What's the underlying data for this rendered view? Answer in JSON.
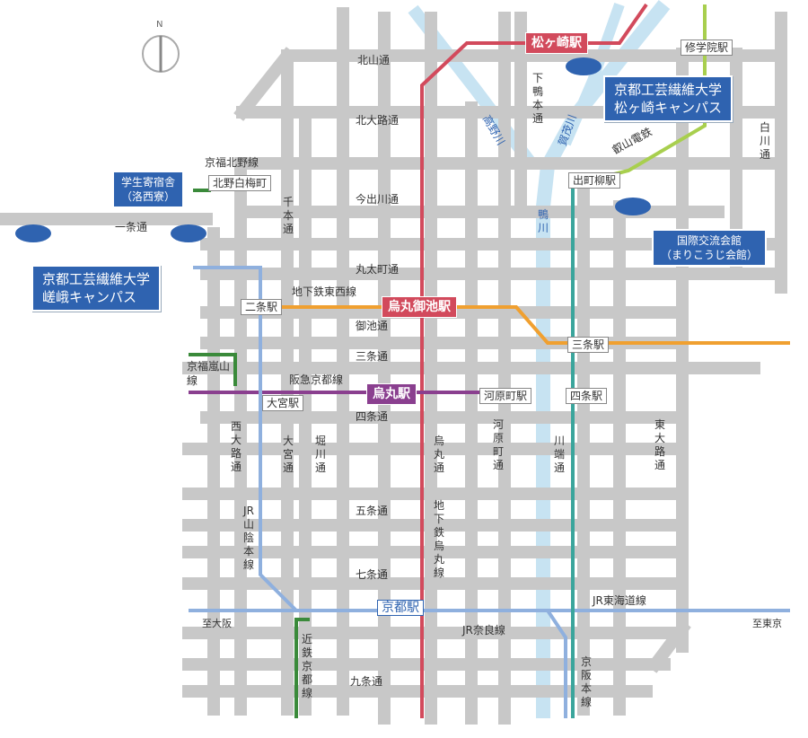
{
  "compass": {
    "north": "N"
  },
  "campuses": {
    "matsugasaki": {
      "line1": "京都工芸繊維大学",
      "line2": "松ヶ崎キャンパス"
    },
    "saga": {
      "line1": "京都工芸繊維大学",
      "line2": "嵯峨キャンパス"
    },
    "dorm": {
      "line1": "学生寄宿舎",
      "line2": "（洛西寮）"
    },
    "intl": {
      "line1": "国際交流会館",
      "line2": "（まりこうじ会館）"
    }
  },
  "major_stations": {
    "matsugasaki": "松ヶ崎駅",
    "karasuma_oike": "烏丸御池駅",
    "karasuma": "烏丸駅",
    "kyoto": "京都駅"
  },
  "stations": {
    "shugakuin": "修学院駅",
    "demachiyanagi": "出町柳駅",
    "kitanohakubaicho": "北野白梅町",
    "nijo": "二条駅",
    "sanjo": "三条駅",
    "omiya": "大宮駅",
    "kawaramachi": "河原町駅",
    "shijo": "四条駅"
  },
  "streets_h": {
    "kitayama": "北山通",
    "kitaoji": "北大路通",
    "imadegawa": "今出川通",
    "ichijo": "一条通",
    "marutamachi": "丸太町通",
    "oike": "御池通",
    "sanjo": "三条通",
    "shijo": "四条通",
    "gojo": "五条通",
    "shichijo": "七条通",
    "kujo": "九条通"
  },
  "streets_v": {
    "shimogamo": "下鴨本通",
    "shirakawa": "白川通",
    "senbon": "千本通",
    "nishioji": "西大路通",
    "omiya": "大宮通",
    "horikawa": "堀川通",
    "karasuma": "烏丸通",
    "kawaramachi": "河原町通",
    "kawabata": "川端通",
    "higashioji": "東大路通"
  },
  "lines": {
    "keifuku_kitano": "京福北野線",
    "tozai": "地下鉄東西線",
    "keifuku_arashiyama": "京福嵐山線",
    "hankyu": "阪急京都線",
    "jr_sanin": "JR山陰本線",
    "karasuma_subway": "地下鉄烏丸線",
    "jr_tokaido": "JR東海道線",
    "jr_nara": "JR奈良線",
    "kintetsu": "近鉄京都線",
    "keihan": "京阪本線",
    "eizan": "叡山電鉄"
  },
  "directions": {
    "osaka": "至大阪",
    "tokyo": "至東京"
  },
  "rivers": {
    "takano": "高野川",
    "kamo_north": "賀茂川",
    "kamo": "鴨川"
  },
  "colors": {
    "road": "#c8c8c8",
    "river": "#c7e3f2",
    "karasuma_line": "#d24a5c",
    "tozai_line": "#f0a030",
    "hankyu_line": "#8a3f8f",
    "jr_line": "#8fb0de",
    "keihan_line": "#3aa59c",
    "eizan_line": "#a8cf4e",
    "keifuku_line": "#3a8a3a",
    "kintetsu_line": "#3a8a3a",
    "campus": "#2f63b0"
  }
}
